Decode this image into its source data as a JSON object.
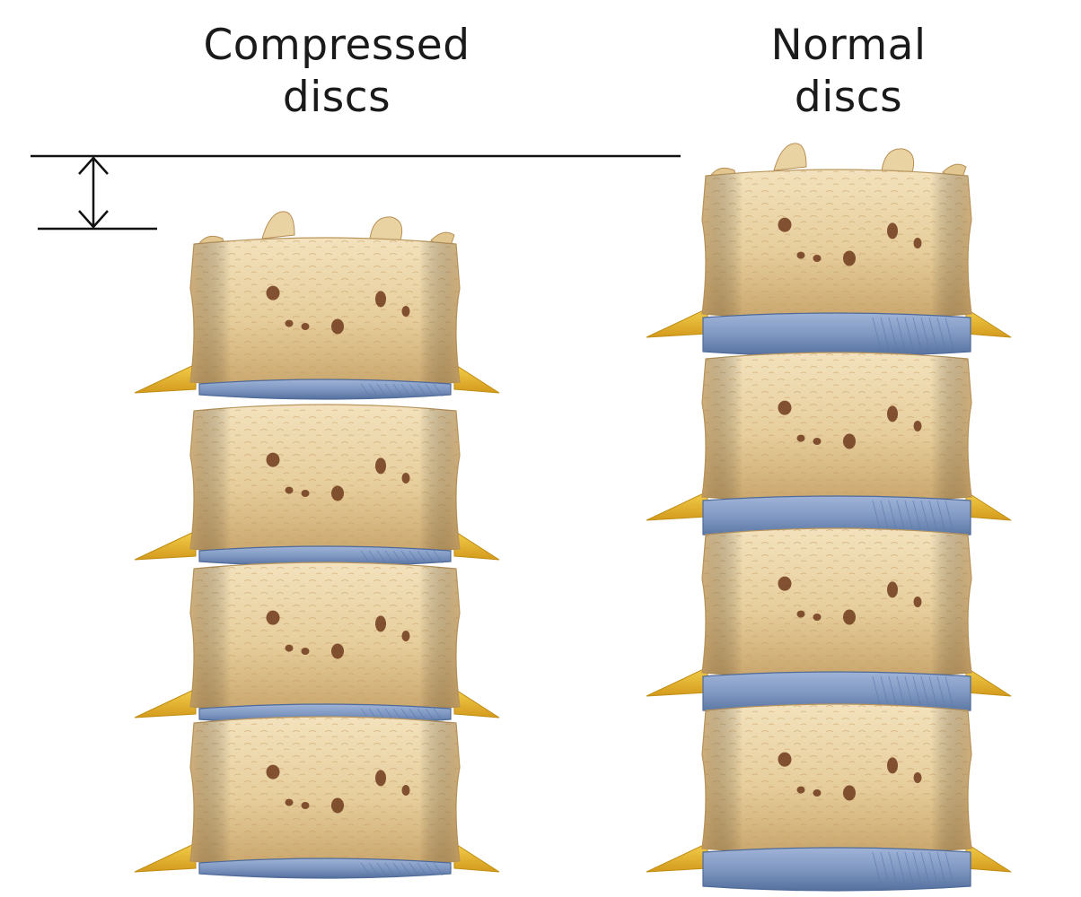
{
  "labels": {
    "compressed": [
      "Compressed",
      "discs"
    ],
    "normal": [
      "Normal",
      "discs"
    ]
  },
  "colors": {
    "bone": "#e9d2a2",
    "bone_shadow": "#c8a46a",
    "bone_dark_spot": "#6e3a1c",
    "process": "#e8b830",
    "disc": "#7f98c2",
    "disc_dark": "#4f6a99",
    "line": "#111111"
  },
  "compressed_stack": {
    "vertebra_count": 4,
    "disc_state": "compressed"
  },
  "normal_stack": {
    "vertebra_count": 4,
    "disc_state": "normal"
  },
  "icons": {
    "height_indicator": "double-headed-arrow-icon"
  }
}
